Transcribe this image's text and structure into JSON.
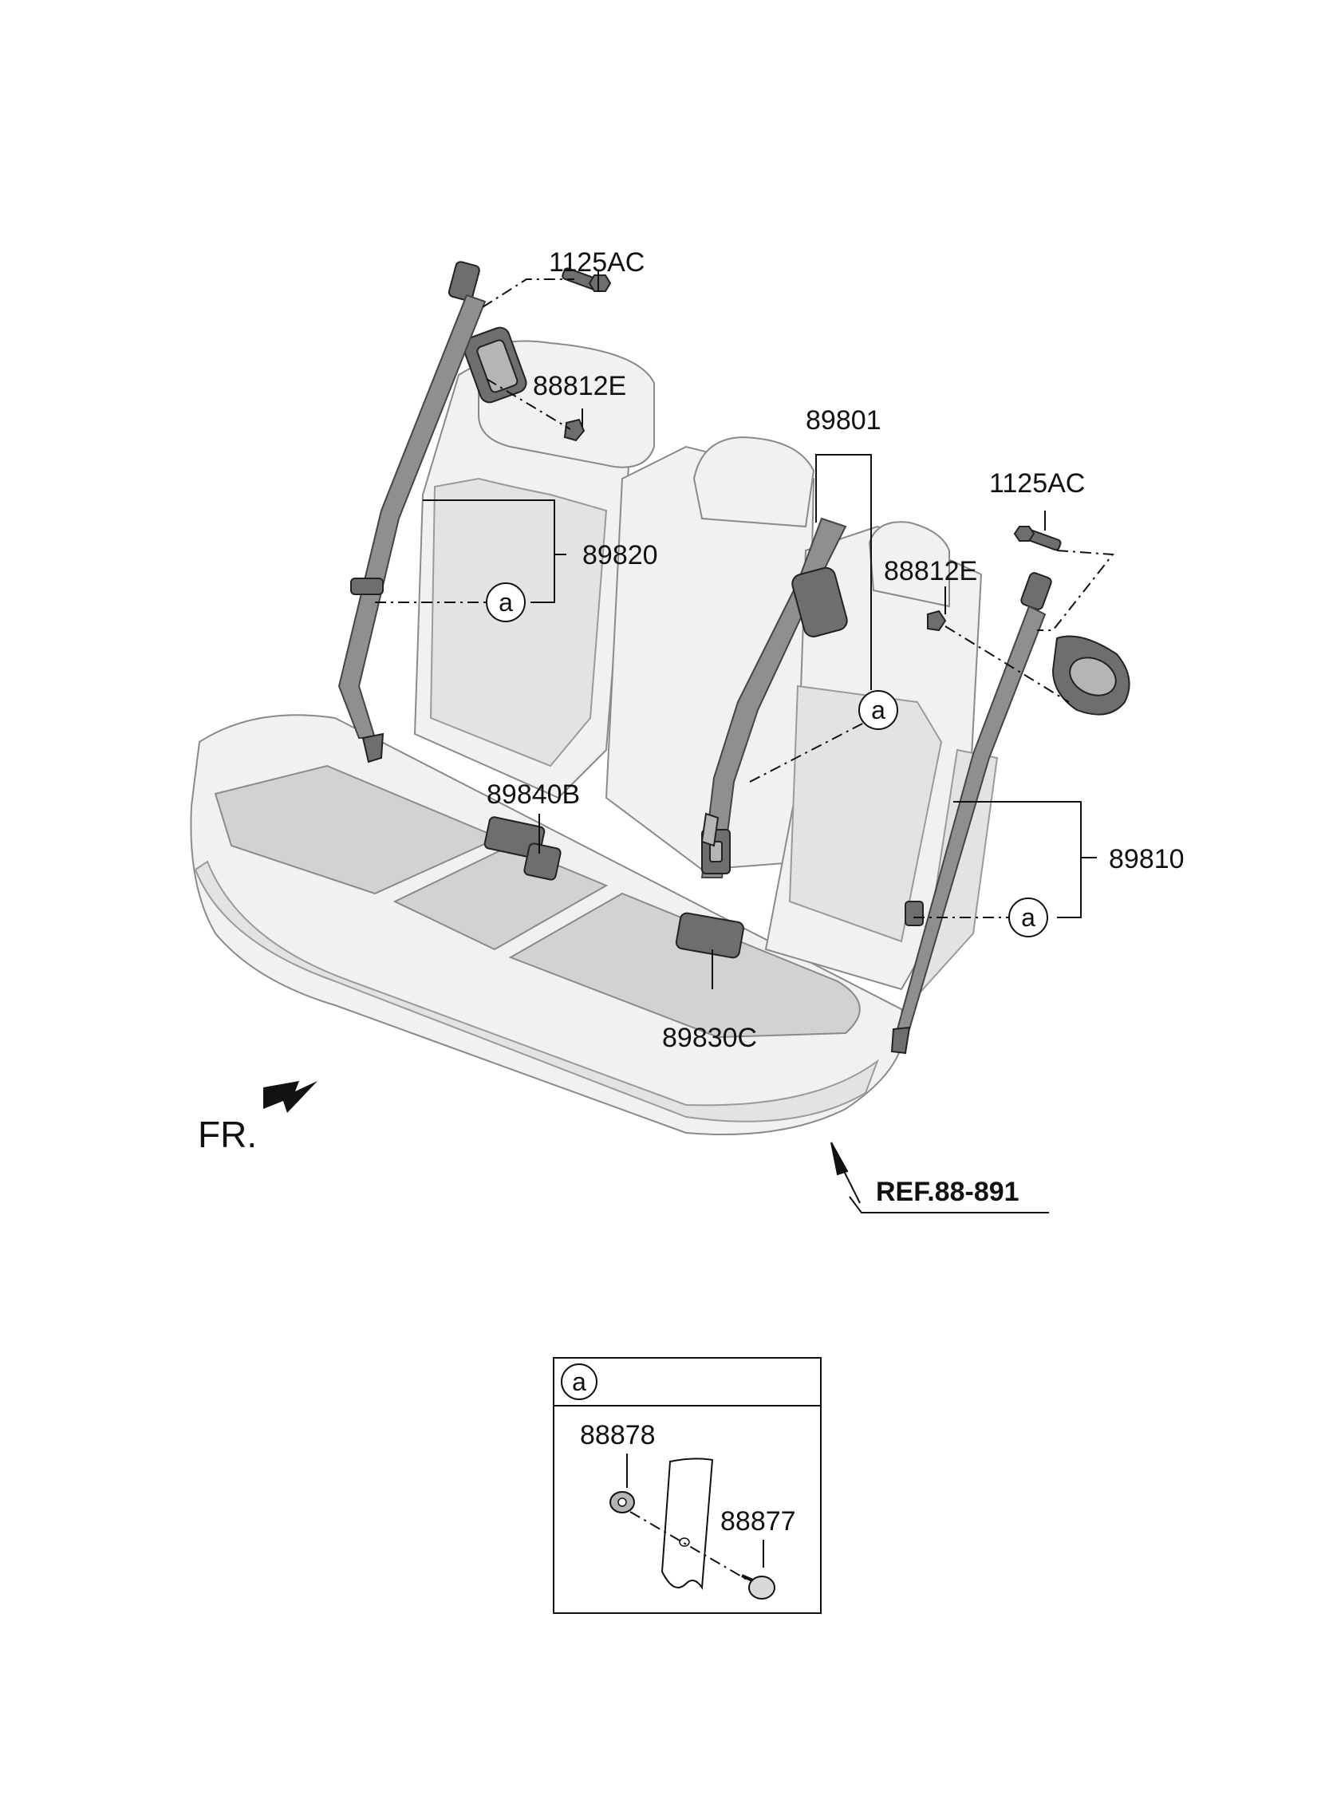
{
  "labels": {
    "bolt_upper_left": "1125AC",
    "anchor_bolt_left": "88812E",
    "belt_center": "89801",
    "bolt_upper_right": "1125AC",
    "anchor_bolt_right": "88812E",
    "belt_left": "89820",
    "buckle_left": "89840B",
    "belt_right": "89810",
    "buckle_center": "89830C",
    "front_indicator": "FR.",
    "reference": "REF.88-891"
  },
  "callouts": {
    "circle_a": "a"
  },
  "detail_box": {
    "header": "a",
    "part_nut": "88878",
    "part_bolt": "88877"
  }
}
